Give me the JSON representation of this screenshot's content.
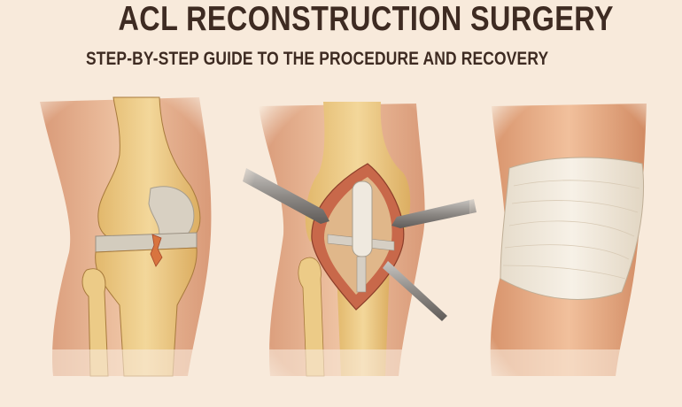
{
  "header": {
    "title": "ACL RECONSTRUCTION SURGERY",
    "subtitle": "STEP-BY-STEP GUIDE TO THE PROCEDURE AND RECOVERY"
  },
  "panels": [
    {
      "id": "torn-acl",
      "depicts": "Knee anatomy showing torn ACL between femur and tibia"
    },
    {
      "id": "surgery",
      "depicts": "Open knee with retractors and ACL graft being placed"
    },
    {
      "id": "recovery",
      "depicts": "Knee wrapped in white compression bandage"
    }
  ],
  "colors": {
    "background": "#f8eadb",
    "text": "#3e2b22",
    "skin": "#e8b08c",
    "bone": "#ecc97f",
    "cartilage": "#d9d2c4",
    "ligament_torn": "#d8743f",
    "tissue": "#c8684a",
    "instrument": "#8e8a86",
    "bandage": "#f3ebdd"
  }
}
